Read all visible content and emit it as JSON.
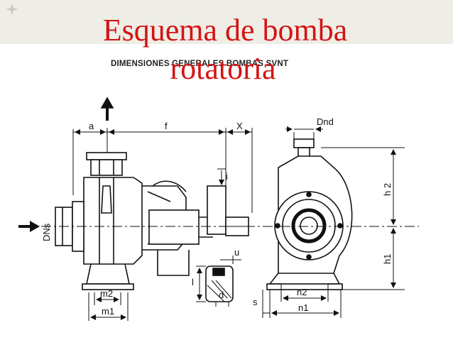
{
  "slide": {
    "title_line1": "Esquema de bomba",
    "title_line2": "rotatoria",
    "accent_color": "#d41414",
    "corner_icon": "four-point-star-icon"
  },
  "drawing": {
    "caption": "DIMENSIONES GENERALES BOMBAS SVNT",
    "labels": {
      "a": "a",
      "f": "f",
      "x": "X",
      "i": "i",
      "dnd": "Dnd",
      "dns": "DNs",
      "u": "u",
      "l": "l",
      "d": "d",
      "m2": "m2",
      "m1": "m1",
      "n2": "n2",
      "n1": "n1",
      "s": "s",
      "h2": "h 2",
      "h1": "h1"
    }
  }
}
